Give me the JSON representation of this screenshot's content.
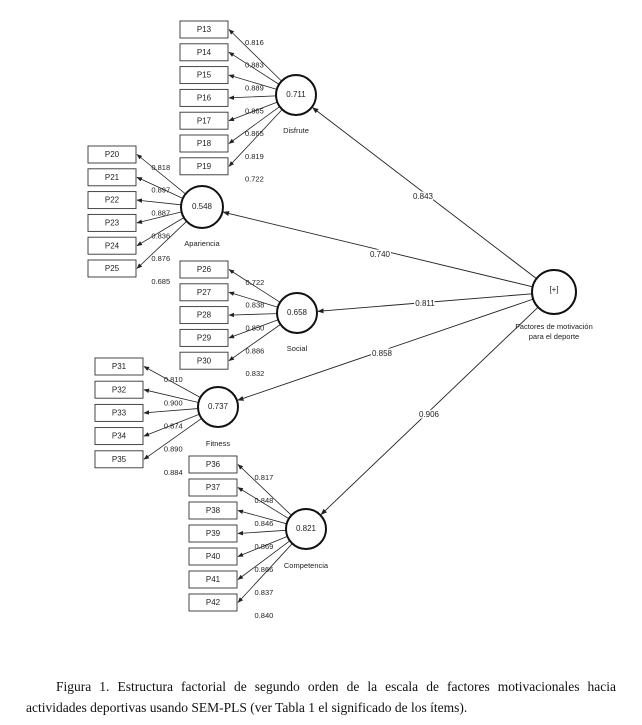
{
  "higher_order": {
    "name": "Factores de motivación para el deporte",
    "symbol": "[+]"
  },
  "constructs": [
    {
      "name": "Disfrute",
      "r2": "0.711",
      "path": "0.843",
      "items": [
        "P13",
        "P14",
        "P15",
        "P16",
        "P17",
        "P18",
        "P19"
      ],
      "loadings": [
        "0.816",
        "0.883",
        "0.889",
        "0.865",
        "0.865",
        "0.819",
        "0.722"
      ]
    },
    {
      "name": "Apariencia",
      "r2": "0.548",
      "path": "0.740",
      "items": [
        "P20",
        "P21",
        "P22",
        "P23",
        "P24",
        "P25"
      ],
      "loadings": [
        "0.818",
        "0.897",
        "0.887",
        "0.836",
        "0.876",
        "0.685"
      ]
    },
    {
      "name": "Social",
      "r2": "0.658",
      "path": "0.811",
      "items": [
        "P26",
        "P27",
        "P28",
        "P29",
        "P30"
      ],
      "loadings": [
        "0.722",
        "0.838",
        "0.850",
        "0.886",
        "0.832"
      ]
    },
    {
      "name": "Fitness",
      "r2": "0.737",
      "path": "0.858",
      "items": [
        "P31",
        "P32",
        "P33",
        "P34",
        "P35"
      ],
      "loadings": [
        "0.810",
        "0.900",
        "0.874",
        "0.890",
        "0.884"
      ]
    },
    {
      "name": "Competencia",
      "r2": "0.821",
      "path": "0.906",
      "items": [
        "P36",
        "P37",
        "P38",
        "P39",
        "P40",
        "P41",
        "P42"
      ],
      "loadings": [
        "0.817",
        "0.848",
        "0.846",
        "0.869",
        "0.866",
        "0.837",
        "0.840"
      ]
    }
  ],
  "caption": "Figura 1. Estructura factorial de segundo orden de la escala de factores motivacionales hacia actividades deportivas usando SEM-PLS (ver Tabla 1 el significado de los ítems)."
}
